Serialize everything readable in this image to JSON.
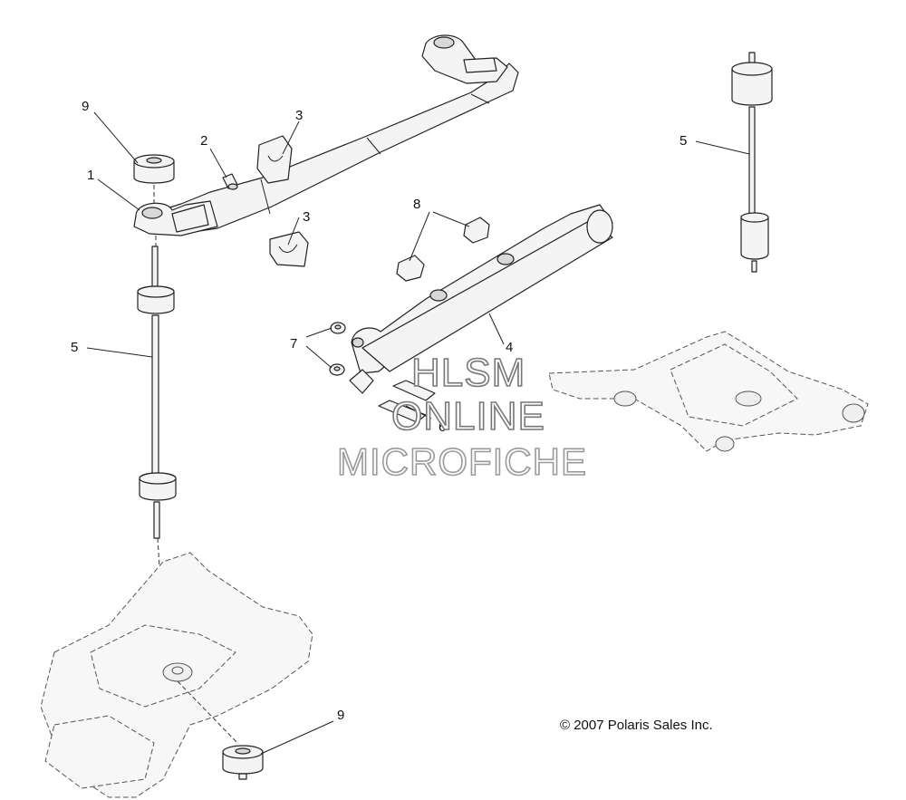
{
  "callouts": {
    "c1": "1",
    "c2": "2",
    "c3a": "3",
    "c3b": "3",
    "c4": "4",
    "c5a": "5",
    "c5b": "5",
    "c6": "6",
    "c7": "7",
    "c8": "8",
    "c9a": "9",
    "c9b": "9"
  },
  "watermark": {
    "line1": "HLSM",
    "line2": "ONLINE",
    "line3": "MICROFICHE"
  },
  "copyright": "© 2007 Polaris Sales Inc."
}
